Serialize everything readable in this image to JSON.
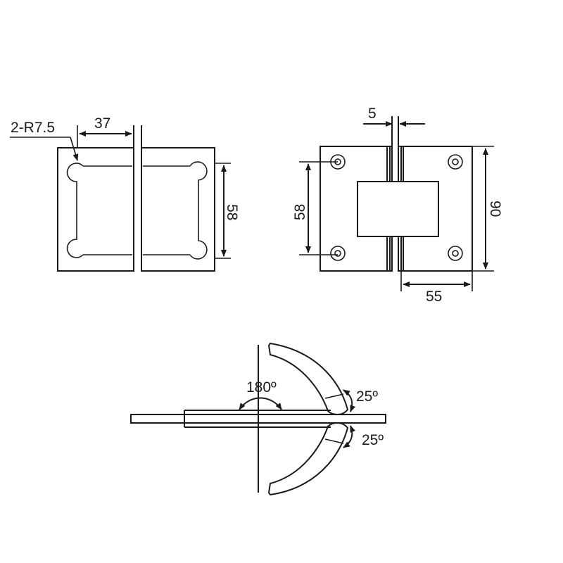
{
  "diagram": {
    "left_view": {
      "radius_label": "2-R7.5",
      "width_dim": "37",
      "height_dim": "58"
    },
    "right_view": {
      "gap_dim": "5",
      "hole_spacing_dim": "58",
      "height_dim": "90",
      "width_dim": "55"
    },
    "rotation_view": {
      "opening_angle": "180º",
      "upper_tilt_angle": "25º",
      "lower_tilt_angle": "25º"
    }
  }
}
